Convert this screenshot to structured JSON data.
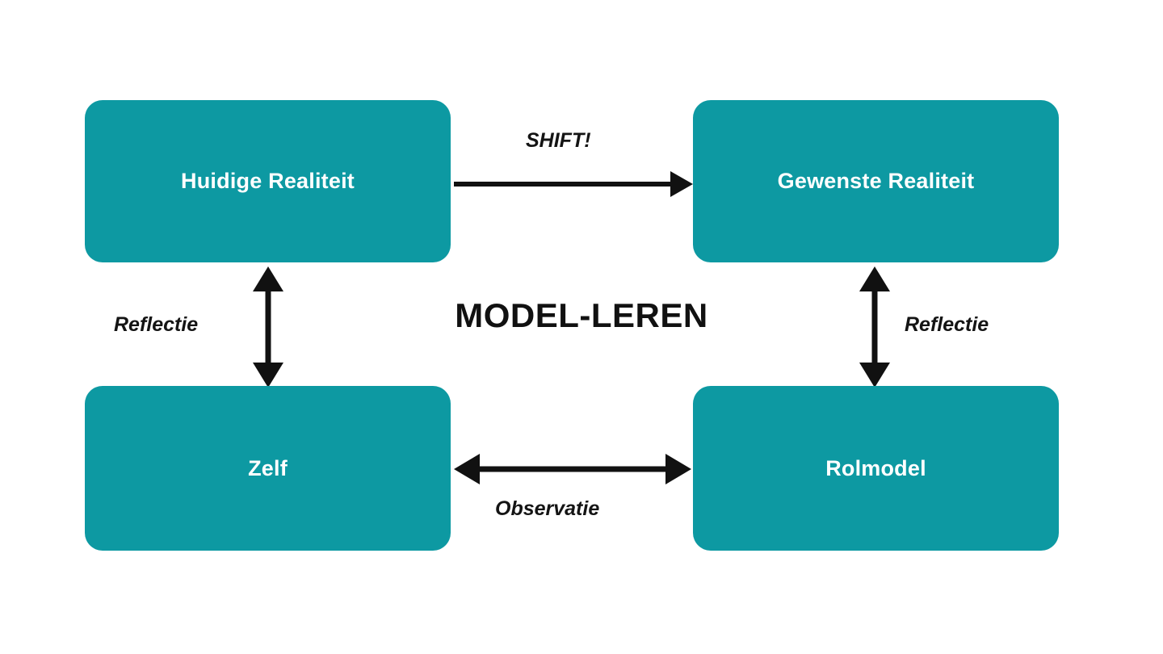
{
  "diagram": {
    "title": "MODEL-LEREN",
    "background_color": "#ffffff",
    "node_fill_color": "#0d99a2",
    "node_text_color": "#ffffff",
    "arrow_color": "#111111",
    "label_text_color": "#141414",
    "nodes": [
      {
        "id": "huidige-realiteit",
        "label": "Huidige Realiteit",
        "position": "top-left"
      },
      {
        "id": "gewenste-realiteit",
        "label": "Gewenste Realiteit",
        "position": "top-right"
      },
      {
        "id": "zelf",
        "label": "Zelf",
        "position": "bottom-left"
      },
      {
        "id": "rolmodel",
        "label": "Rolmodel",
        "position": "bottom-right"
      }
    ],
    "edges": [
      {
        "id": "shift",
        "label": "SHIFT!",
        "from": "huidige-realiteit",
        "to": "gewenste-realiteit",
        "direction": "single",
        "orientation": "horizontal"
      },
      {
        "id": "reflectie-left",
        "label": "Reflectie",
        "from": "huidige-realiteit",
        "to": "zelf",
        "direction": "double",
        "orientation": "vertical"
      },
      {
        "id": "reflectie-right",
        "label": "Reflectie",
        "from": "gewenste-realiteit",
        "to": "rolmodel",
        "direction": "double",
        "orientation": "vertical"
      },
      {
        "id": "observatie",
        "label": "Observatie",
        "from": "zelf",
        "to": "rolmodel",
        "direction": "double",
        "orientation": "horizontal"
      }
    ]
  }
}
